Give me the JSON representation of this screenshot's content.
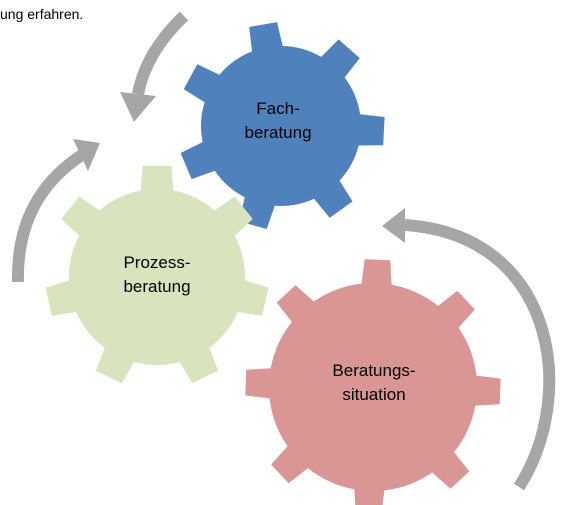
{
  "intro_text": "ung erfahren.",
  "gears": [
    {
      "id": "fachberatung",
      "lines": [
        "Fach-",
        "beratung"
      ],
      "color": "#4f81bd"
    },
    {
      "id": "prozessberatung",
      "lines": [
        "Prozess-",
        "beratung"
      ],
      "color": "#d7e4bd"
    },
    {
      "id": "beratungssituation",
      "lines": [
        "Beratungs-",
        "situation"
      ],
      "color": "#d99694"
    }
  ],
  "arrow_color": "#a6a6a6"
}
